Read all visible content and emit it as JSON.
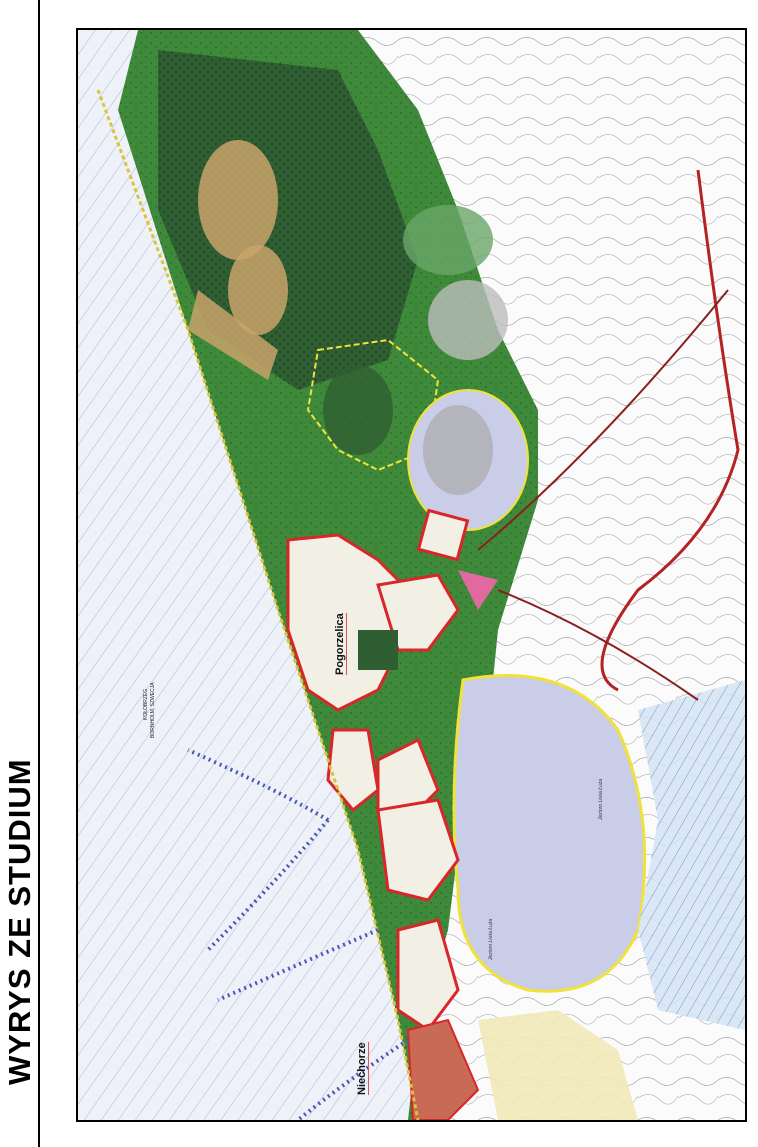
{
  "page": {
    "title": "WYRYS ZE STUDIUM"
  },
  "map": {
    "labels": {
      "pogorzelica": "Pogorzelica",
      "niechorze": "Niechorze",
      "route_note_line1": "KOŁOBRZEG",
      "route_note_line2": "BORNHOLM, SZWECJA",
      "lake_label_1": "Jezioro Liwia Łuża",
      "lake_label_2": "Jezioro Liwia Łuża"
    },
    "colors": {
      "sea": "#eef2f8",
      "forest": "#3f8a3a",
      "dark_forest": "#2f5e32",
      "sand": "#c9a26a",
      "lake": "#c9cde8",
      "built_area": "#f2efe4",
      "boundary_red": "#d8262a",
      "boundary_yellow": "#f0e23a",
      "route_blue": "#4a58b8"
    }
  }
}
